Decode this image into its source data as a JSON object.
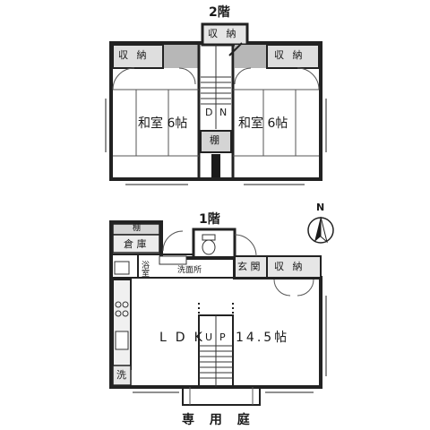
{
  "floors": {
    "second": {
      "label": "2階",
      "storage_top": "収 納",
      "storage_left": "収 納",
      "storage_right": "収 納",
      "room_left": "和室 6帖",
      "room_right": "和室 6帖",
      "stair_d": "D",
      "stair_n": "N",
      "shelf": "棚"
    },
    "first": {
      "label": "1階",
      "shelf": "棚",
      "warehouse": "倉 庫",
      "bath": "浴室",
      "washroom": "洗面所",
      "entrance": "玄 関",
      "storage": "収 納",
      "ldk": "LDK",
      "stair_u": "U",
      "stair_p": "P",
      "ldk_size": "14.5帖",
      "washer": "洗",
      "garden": "専 用 庭"
    }
  },
  "compass": {
    "label": "N"
  }
}
